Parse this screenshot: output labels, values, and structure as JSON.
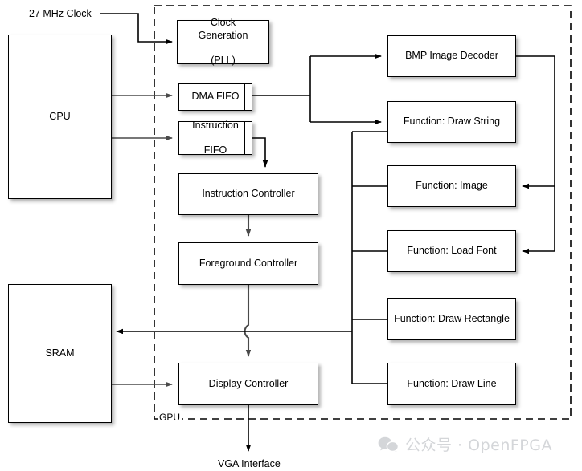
{
  "diagram": {
    "title": "GPU Block Diagram",
    "boundary_label": "GPU",
    "colors": {
      "stroke": "#000000",
      "fill": "#ffffff",
      "watermark": "#d4d6d9"
    }
  },
  "external": {
    "clock_label": "27 MHz Clock",
    "cpu_label": "CPU",
    "sram_label": "SRAM",
    "vga_label": "VGA Interface"
  },
  "gpu": {
    "clock_gen": {
      "line1": "Clock Generation",
      "line2": "(PLL)"
    },
    "dma_fifo": "DMA FIFO",
    "instruction_fifo": {
      "line1": "Instruction",
      "line2": "FIFO"
    },
    "instruction_controller": "Instruction Controller",
    "foreground_controller": "Foreground Controller",
    "display_controller": "Display Controller",
    "functions": [
      {
        "label": "BMP Image Decoder"
      },
      {
        "label": "Function: Draw String"
      },
      {
        "label": "Function: Image"
      },
      {
        "label": "Function: Load Font"
      },
      {
        "label": "Function: Draw Rectangle"
      },
      {
        "label": "Function: Draw Line"
      }
    ]
  },
  "watermark": {
    "icon": "wechat-icon",
    "text": "公众号 · OpenFPGA"
  }
}
